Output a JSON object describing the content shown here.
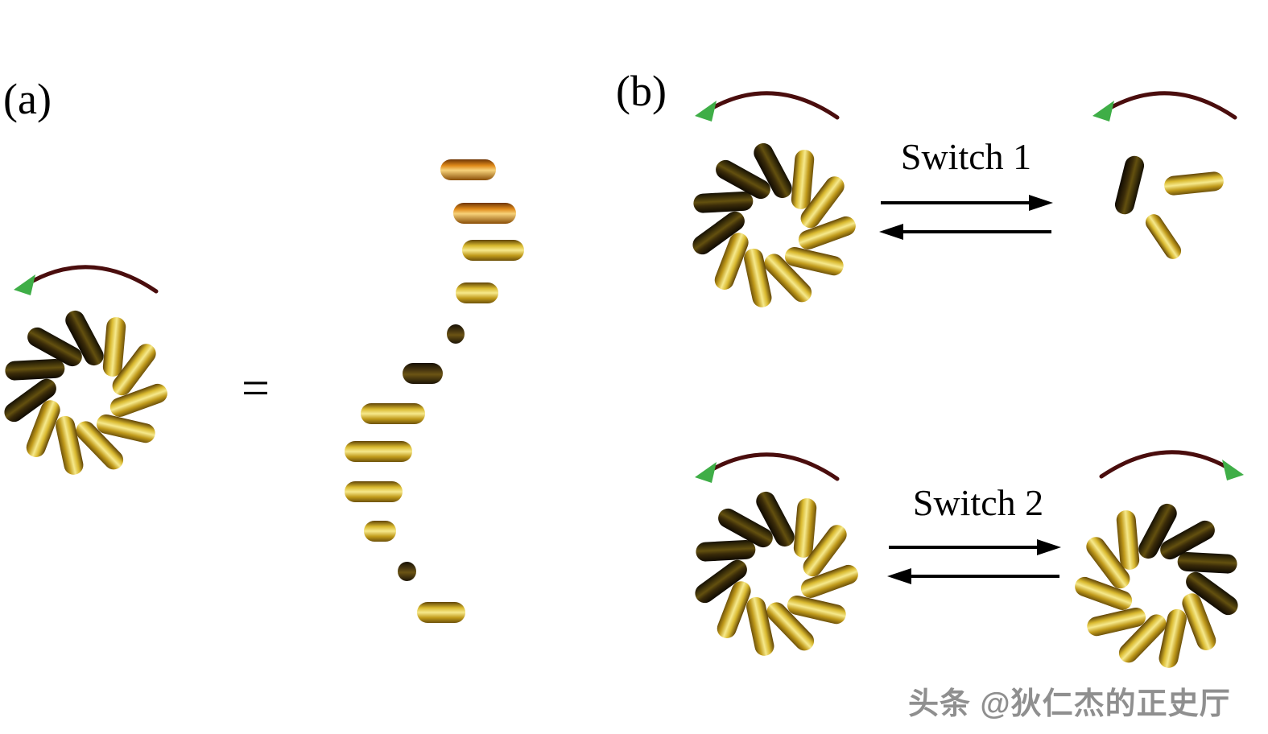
{
  "figure": {
    "panel_a": {
      "label": "(a)",
      "equals_sign": "="
    },
    "panel_b": {
      "label": "(b)",
      "switch_1_label": "Switch 1",
      "switch_2_label": "Switch 2"
    },
    "watermark": "头条 @狄仁杰的正史厅"
  },
  "colors": {
    "background": "#ffffff",
    "rod_gold": "#d9b92f",
    "rod_gold_highlight": "#f6e98c",
    "rod_dark": "#3a2b09",
    "rod_orange": "#e08a1a",
    "rotation_arc": "#4a0d0d",
    "arrowhead_green": "#3fae47",
    "equilibrium_arrow": "#000000",
    "text": "#000000",
    "watermark_gray": "#8f8f8f"
  },
  "icons": {
    "rotation_ccw": "rotation-arrow-ccw-icon",
    "rotation_cw": "rotation-arrow-cw-icon",
    "equilibrium": "equilibrium-arrows-icon",
    "rosette": "nanorod-rosette",
    "rosette_mirrored": "nanorod-rosette-mirrored",
    "helix": "nanorod-helix-stack",
    "disassembled": "disassembled-nanorods"
  }
}
